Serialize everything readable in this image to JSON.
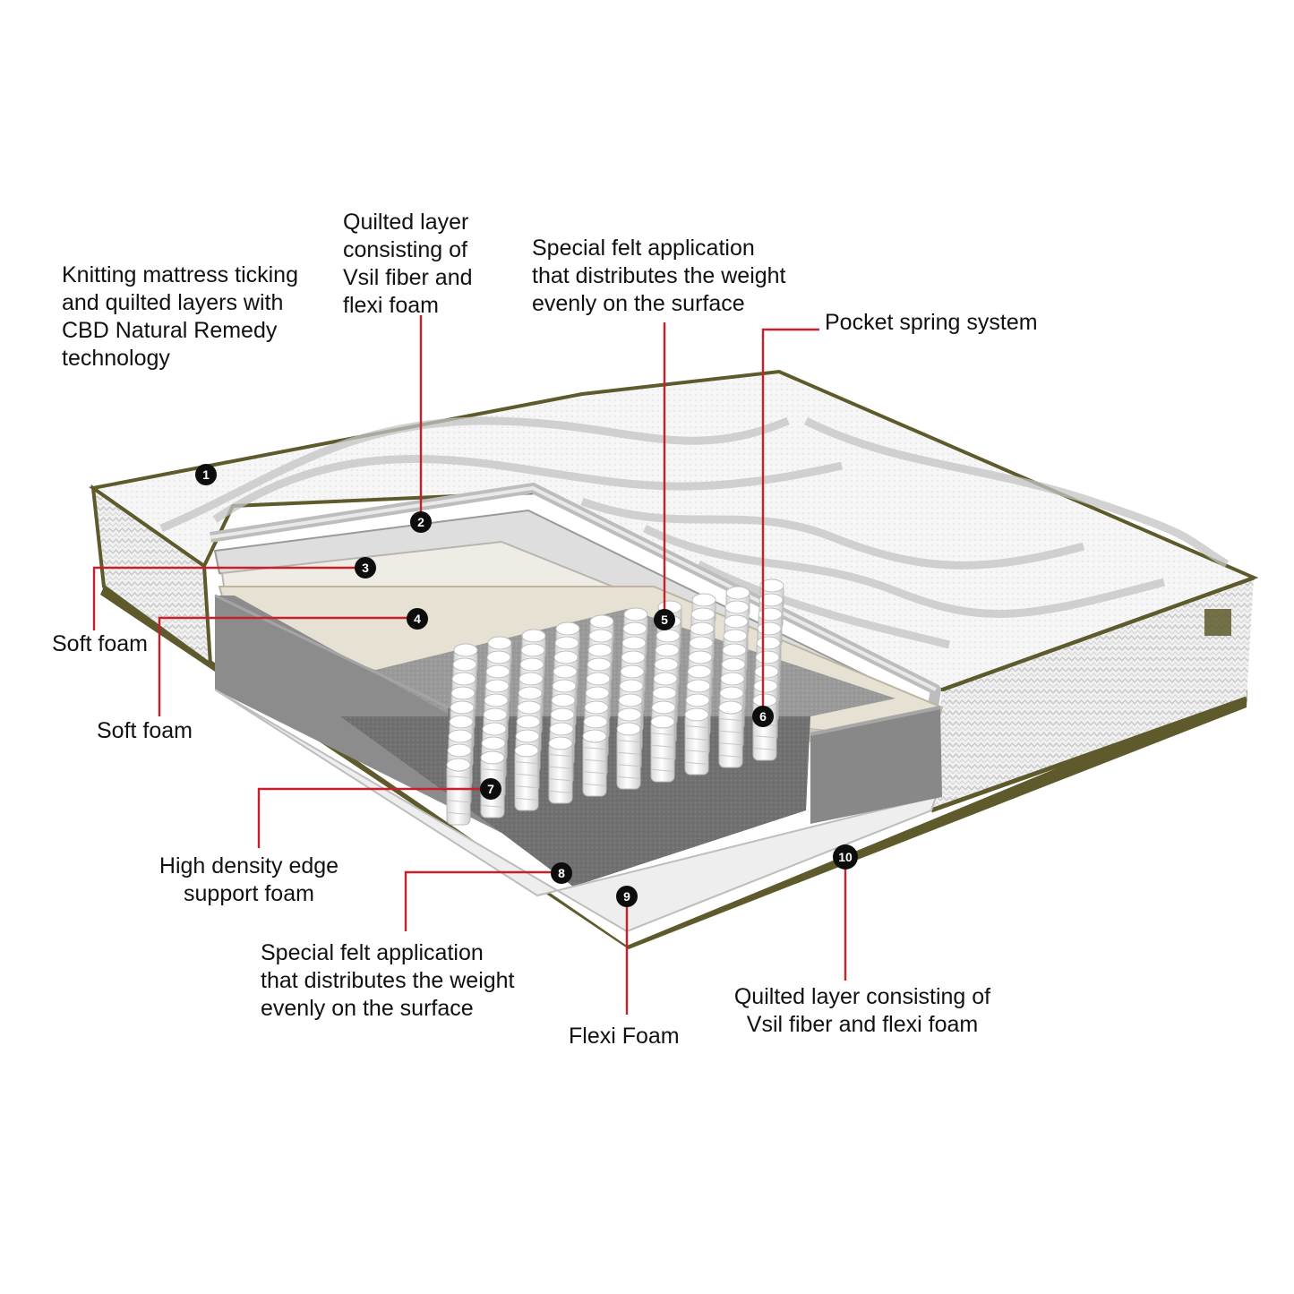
{
  "colors": {
    "leader_line": "#c8202a",
    "badge_fill": "#0d0d0d",
    "piping": "#5e5a2c",
    "ticking": "#f4f4f4",
    "foam_grey": "#8a8a8a",
    "felt_grey": "#6b6b6b"
  },
  "callouts": [
    {
      "number": "1",
      "label_lines": [
        "Knitting mattress ticking",
        "and quilted layers with",
        "CBD Natural Remedy",
        "technology"
      ]
    },
    {
      "number": "2",
      "label_lines": [
        "Quilted layer",
        "consisting of",
        "Vsil fiber and",
        "flexi foam"
      ]
    },
    {
      "number": "3",
      "label_lines": [
        "Soft foam"
      ]
    },
    {
      "number": "4",
      "label_lines": [
        "Soft foam"
      ]
    },
    {
      "number": "5",
      "label_lines": [
        "Special felt application",
        "that distributes the weight",
        "evenly on the surface"
      ]
    },
    {
      "number": "6",
      "label_lines": [
        "Pocket spring system"
      ]
    },
    {
      "number": "7",
      "label_lines": [
        "High density edge",
        "support foam"
      ]
    },
    {
      "number": "8",
      "label_lines": [
        "Special felt application",
        "that distributes the weight",
        "evenly on the surface"
      ]
    },
    {
      "number": "9",
      "label_lines": [
        "Flexi Foam"
      ]
    },
    {
      "number": "10",
      "label_lines": [
        "Quilted layer consisting of",
        "Vsil fiber and flexi foam"
      ]
    }
  ]
}
